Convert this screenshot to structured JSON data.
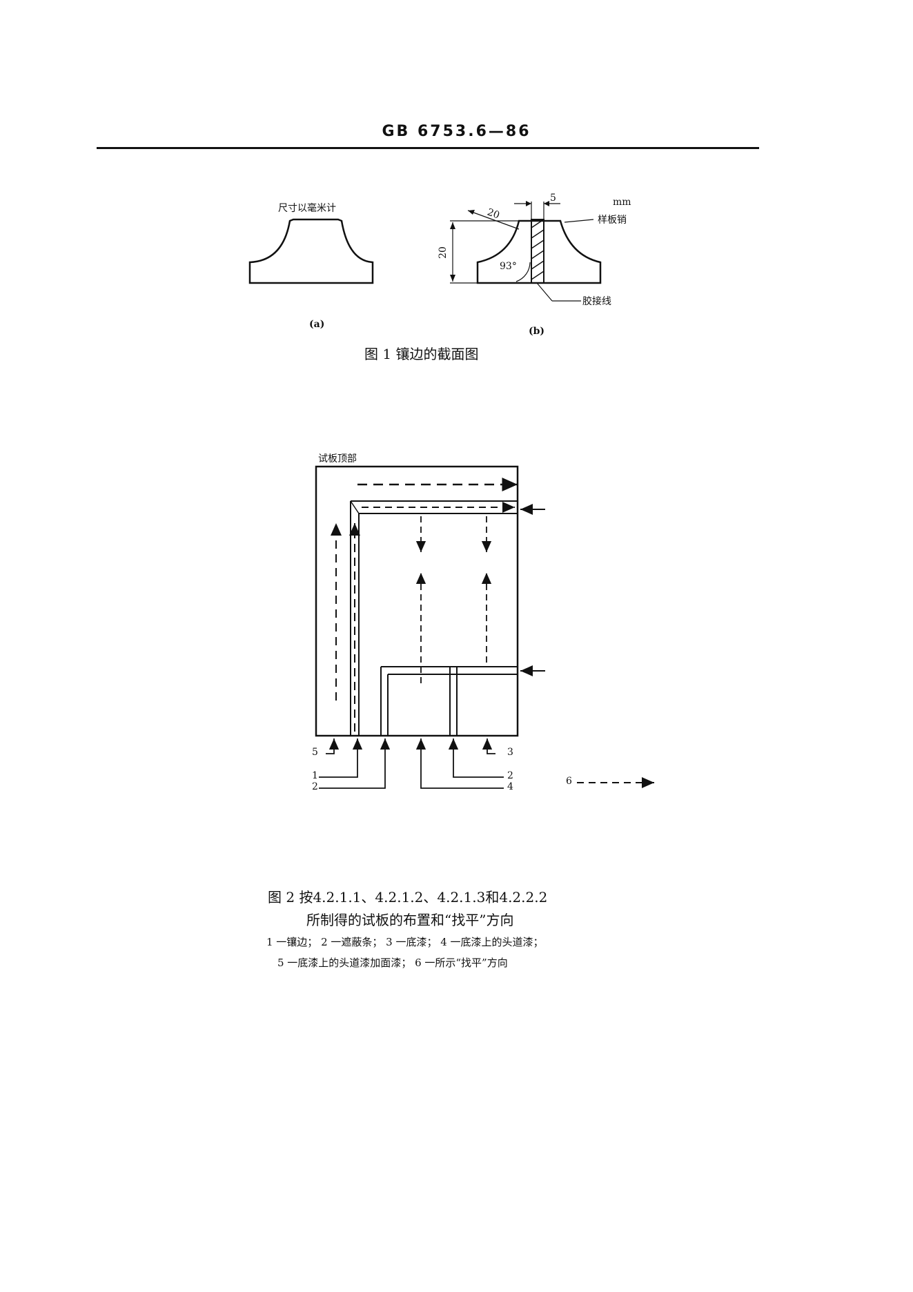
{
  "header": {
    "standard_code": "GB 6753.6—86"
  },
  "figure1": {
    "unit_note": "尺寸以毫米计",
    "unit": "mm",
    "dim_top": "5",
    "dim_radius": "20",
    "dim_height": "20",
    "dim_angle": "93°",
    "label_pin": "样板销",
    "label_glue": "胶接线",
    "sub_a": "(a)",
    "sub_b": "(b)",
    "caption": "图 1  镶边的截面图"
  },
  "figure2": {
    "top_label": "试板顶部",
    "callouts": {
      "n5": "5",
      "n1": "1",
      "n2a": "2",
      "n3": "3",
      "n2b": "2",
      "n4": "4",
      "n6": "6"
    },
    "caption_line1": "图 2  按4.2.1.1、4.2.1.2、4.2.1.3和4.2.2.2",
    "caption_line2": "所制得的试板的布置和“找平”方向",
    "legend_line1": "1 一镶边； 2 一遮蔽条； 3 一底漆； 4 一底漆上的头道漆；",
    "legend_line2": "5 一底漆上的头道漆加面漆； 6 一所示“找平”方向"
  }
}
